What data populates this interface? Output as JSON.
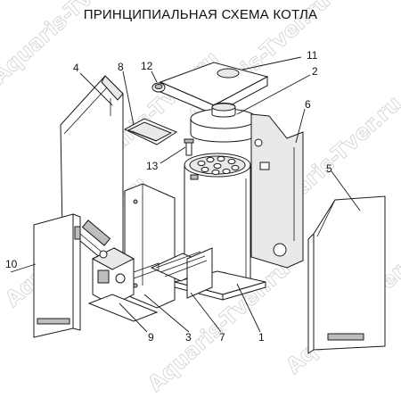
{
  "title": "ПРИНЦИПИАЛЬНАЯ СХЕМА КОТЛА",
  "watermark": "Aquaris-Tver.ru",
  "callouts": {
    "c1": "1",
    "c2": "2",
    "c3": "3",
    "c4": "4",
    "c5": "5",
    "c6": "6",
    "c7": "7",
    "c8": "8",
    "c9": "9",
    "c10": "10",
    "c11": "11",
    "c12": "12",
    "c13": "13"
  }
}
